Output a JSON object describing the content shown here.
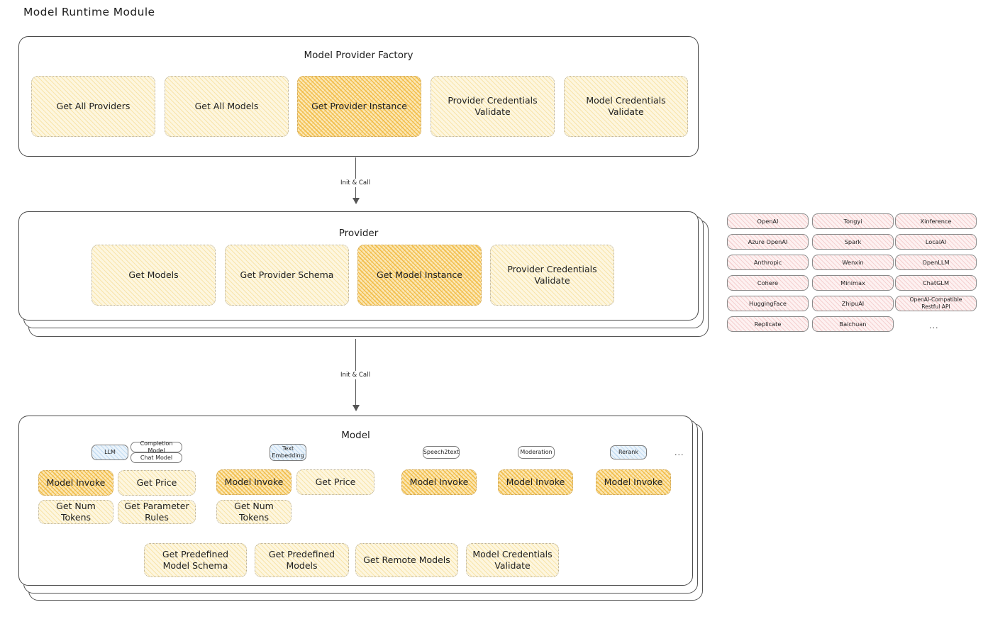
{
  "page": {
    "title": "Model Runtime Module"
  },
  "factory": {
    "title": "Model Provider Factory",
    "methods": [
      {
        "label": "Get All Providers",
        "highlight": false
      },
      {
        "label": "Get All Models",
        "highlight": false
      },
      {
        "label": "Get Provider Instance",
        "highlight": true
      },
      {
        "label": "Provider Credentials Validate",
        "highlight": false
      },
      {
        "label": "Model Credentials Validate",
        "highlight": false
      }
    ]
  },
  "connector_1": {
    "label": "Init & Call"
  },
  "provider": {
    "title": "Provider",
    "methods": [
      {
        "label": "Get Models",
        "highlight": false
      },
      {
        "label": "Get Provider Schema",
        "highlight": false
      },
      {
        "label": "Get Model Instance",
        "highlight": true
      },
      {
        "label": "Provider Credentials Validate",
        "highlight": false
      }
    ],
    "stack_layers": 3
  },
  "connector_2": {
    "label": "Init & Call"
  },
  "provider_list": {
    "columns": [
      [
        "OpenAI",
        "Azure OpenAI",
        "Anthropic",
        "Cohere",
        "HuggingFace",
        "Replicate"
      ],
      [
        "Tongyi",
        "Spark",
        "Wenxin",
        "Minimax",
        "ZhipuAI",
        "Baichuan"
      ],
      [
        "Xinference",
        "LocalAI",
        "OpenLLM",
        "ChatGLM",
        "OpenAI-Compatible Restful API"
      ]
    ],
    "more_indicator": "..."
  },
  "model": {
    "title": "Model",
    "stack_layers": 3,
    "more_indicator": "...",
    "types": [
      {
        "badge": "LLM",
        "badge_style": "blue",
        "sub_badges": [
          "Completion Model",
          "Chat Model"
        ],
        "methods": [
          {
            "label": "Model Invoke",
            "highlight": true
          },
          {
            "label": "Get Price",
            "highlight": false
          },
          {
            "label": "Get Num Tokens",
            "highlight": false
          },
          {
            "label": "Get Parameter Rules",
            "highlight": false
          }
        ]
      },
      {
        "badge": "Text Embedding",
        "badge_style": "blue",
        "sub_badges": [],
        "methods": [
          {
            "label": "Model Invoke",
            "highlight": true
          },
          {
            "label": "Get Price",
            "highlight": false
          },
          {
            "label": "Get Num Tokens",
            "highlight": false
          }
        ]
      },
      {
        "badge": "Speech2text",
        "badge_style": "white",
        "sub_badges": [],
        "methods": [
          {
            "label": "Model Invoke",
            "highlight": true
          }
        ]
      },
      {
        "badge": "Moderation",
        "badge_style": "white",
        "sub_badges": [],
        "methods": [
          {
            "label": "Model Invoke",
            "highlight": true
          }
        ]
      },
      {
        "badge": "Rerank",
        "badge_style": "blue",
        "sub_badges": [],
        "methods": [
          {
            "label": "Model Invoke",
            "highlight": true
          }
        ]
      }
    ],
    "common_methods": [
      {
        "label": "Get Predefined Model Schema"
      },
      {
        "label": "Get Predefined Models"
      },
      {
        "label": "Get Remote Models"
      },
      {
        "label": "Model Credentials Validate"
      }
    ]
  },
  "colors": {
    "accent_yellow": "#fdf6df",
    "accent_orange": "#fbe7b5",
    "accent_pink": "#fdf1f1",
    "accent_blue": "#eaf3fb",
    "stroke": "#4a4a4a"
  }
}
